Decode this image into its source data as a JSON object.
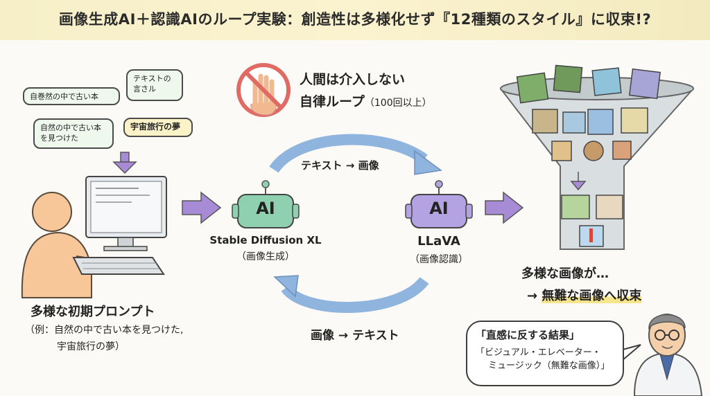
{
  "title": "画像生成AI＋認識AIのループ実験：創造性は多様化せず『12種類のスタイル』に収束!?",
  "bubbles": {
    "b1": "自巻然の中で古い本",
    "b2_line1": "テキストの",
    "b2_line2": "言さル",
    "b3_line1": "自然の中で古い本",
    "b3_line2": "を見つけた",
    "b4": "宇宙旅行の夢"
  },
  "no_human": {
    "line1": "人間は介入しない",
    "line2_main": "自律ループ",
    "line2_note": "（100回以上）"
  },
  "initial_prompts": {
    "heading": "多様な初期プロンプト",
    "line1": "（例：自然の中で古い本を見つけた,",
    "line2": "宇宙旅行の夢）"
  },
  "loop": {
    "top_arrow": "テキスト → 画像",
    "bottom_arrow": "画像 → テキスト"
  },
  "ai_left": {
    "badge": "AI",
    "name": "Stable Diffusion XL",
    "role": "（画像生成）"
  },
  "ai_right": {
    "badge": "AI",
    "name": "LLaVA",
    "role": "（画像認識）"
  },
  "result": {
    "line1": "多様な画像が…",
    "line2_prefix": "→ ",
    "line2_main": "無難な画像へ収束"
  },
  "quote": {
    "title": "「直感に反する結果」",
    "line1": "「ビジュアル・エレベーター・",
    "line2": "ミュージック（無難な画像）」"
  },
  "colors": {
    "arrow_blue": "#8fb4dd",
    "arrow_purple": "#a78bd6",
    "ai_green": "#8fd0b0",
    "ai_purple": "#b4a3e3",
    "funnel_gray": "#cfd6d8",
    "title_band": "#f6efc8",
    "bubble_green": "#eef8ec",
    "bubble_yellow": "#fbf2c8",
    "prohibit_red": "#e06a64",
    "skin": "#f7c79a"
  }
}
